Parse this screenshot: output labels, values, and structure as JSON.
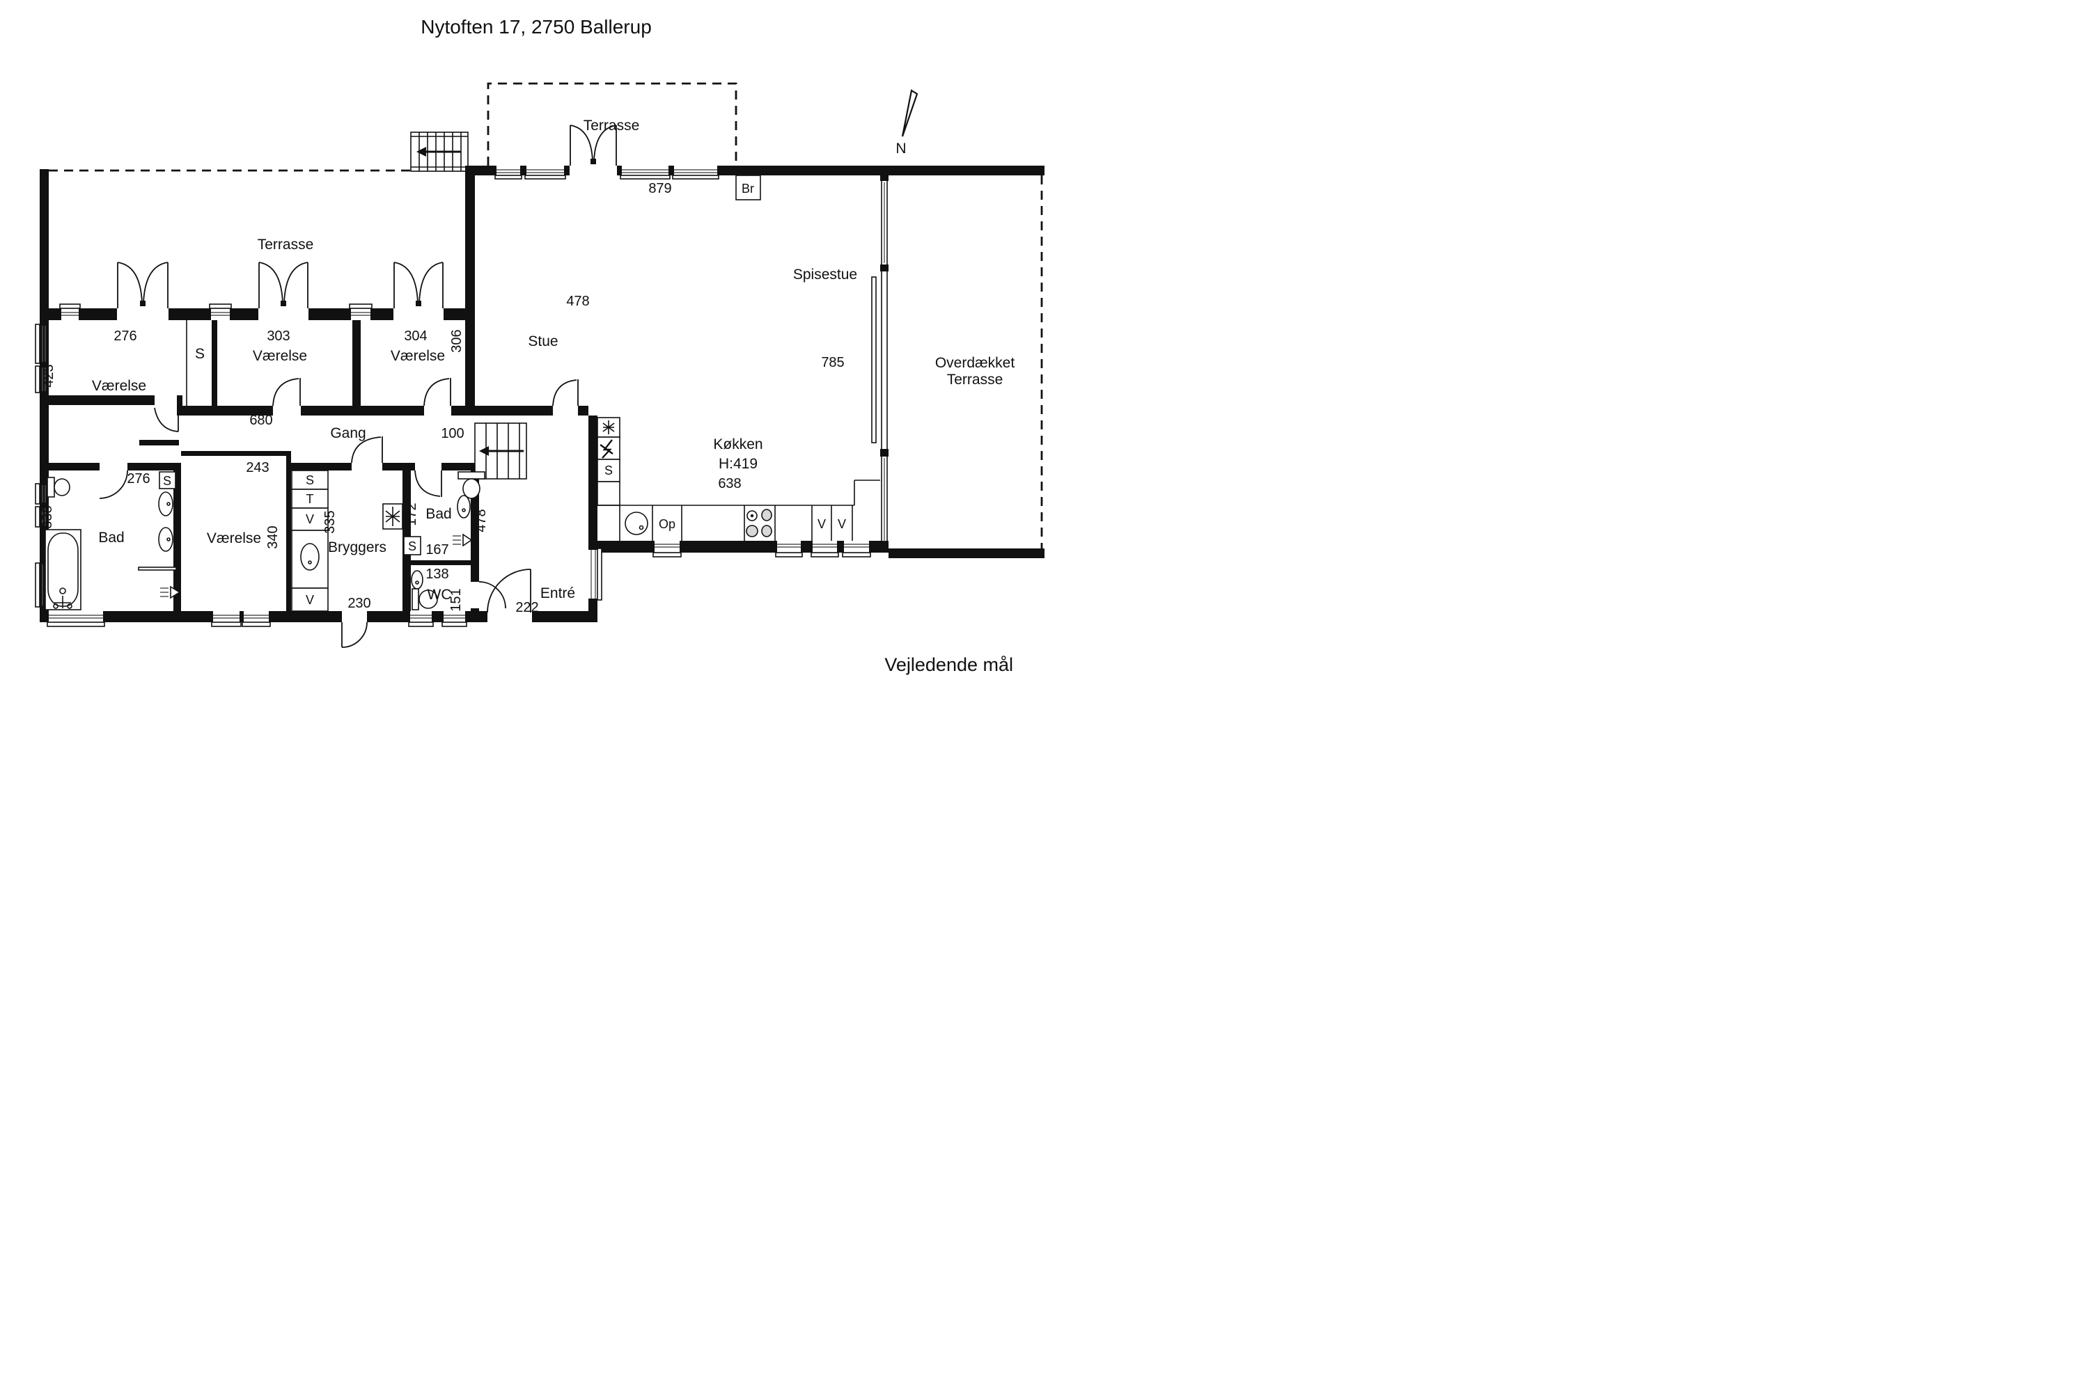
{
  "title": "Nytoften 17, 2750 Ballerup",
  "footer": "Vejledende mål",
  "compass": {
    "label": "N"
  },
  "colors": {
    "ink": "#111111",
    "burner_fill": "#d8d8d8",
    "background": "#ffffff"
  },
  "terrace_left": {
    "name": "Terrasse"
  },
  "terrace_top": {
    "name": "Terrasse",
    "width_cm": "879",
    "box": "Br"
  },
  "bedroom_wing": {
    "room1": {
      "name": "Værelse",
      "width_cm": "276",
      "depth_cm": "423"
    },
    "closet1": {
      "label": "S"
    },
    "room2": {
      "name": "Værelse",
      "width_cm": "303"
    },
    "room3": {
      "name": "Værelse",
      "width_cm": "304",
      "depth_cm": "306"
    }
  },
  "hall": {
    "name": "Gang",
    "length_cm": "680",
    "width_cm": "100"
  },
  "living": {
    "name": "Stue",
    "dim_cm": "478"
  },
  "dining": {
    "name": "Spisestue",
    "dim_cm": "785"
  },
  "covered_terrace": {
    "line1": "Overdækket",
    "line2": "Terrasse"
  },
  "kitchen": {
    "name": "Køkken",
    "ceiling": "H:419",
    "width_cm": "638",
    "oven": "Op",
    "vent1": "V",
    "vent2": "V",
    "closet": "S"
  },
  "bath_main": {
    "name": "Bad",
    "door_cm": "276",
    "depth_cm": "338",
    "closet": "S"
  },
  "bedroom_sw": {
    "name": "Værelse",
    "door_cm": "243",
    "depth_cm": "340"
  },
  "closet_column": {
    "box1": "S",
    "box2": "T",
    "box3": "V",
    "box4": "V",
    "depth_cm": "335"
  },
  "utility": {
    "name": "Bryggers",
    "width_cm": "230"
  },
  "bath2": {
    "name": "Bad",
    "depth_cm": "172",
    "width_cm": "167",
    "closet": "S",
    "entry_side_cm": "478"
  },
  "wc": {
    "name": "WC",
    "width_cm": "138",
    "depth_cm": "151"
  },
  "entry": {
    "name": "Entré",
    "width_cm": "222"
  }
}
